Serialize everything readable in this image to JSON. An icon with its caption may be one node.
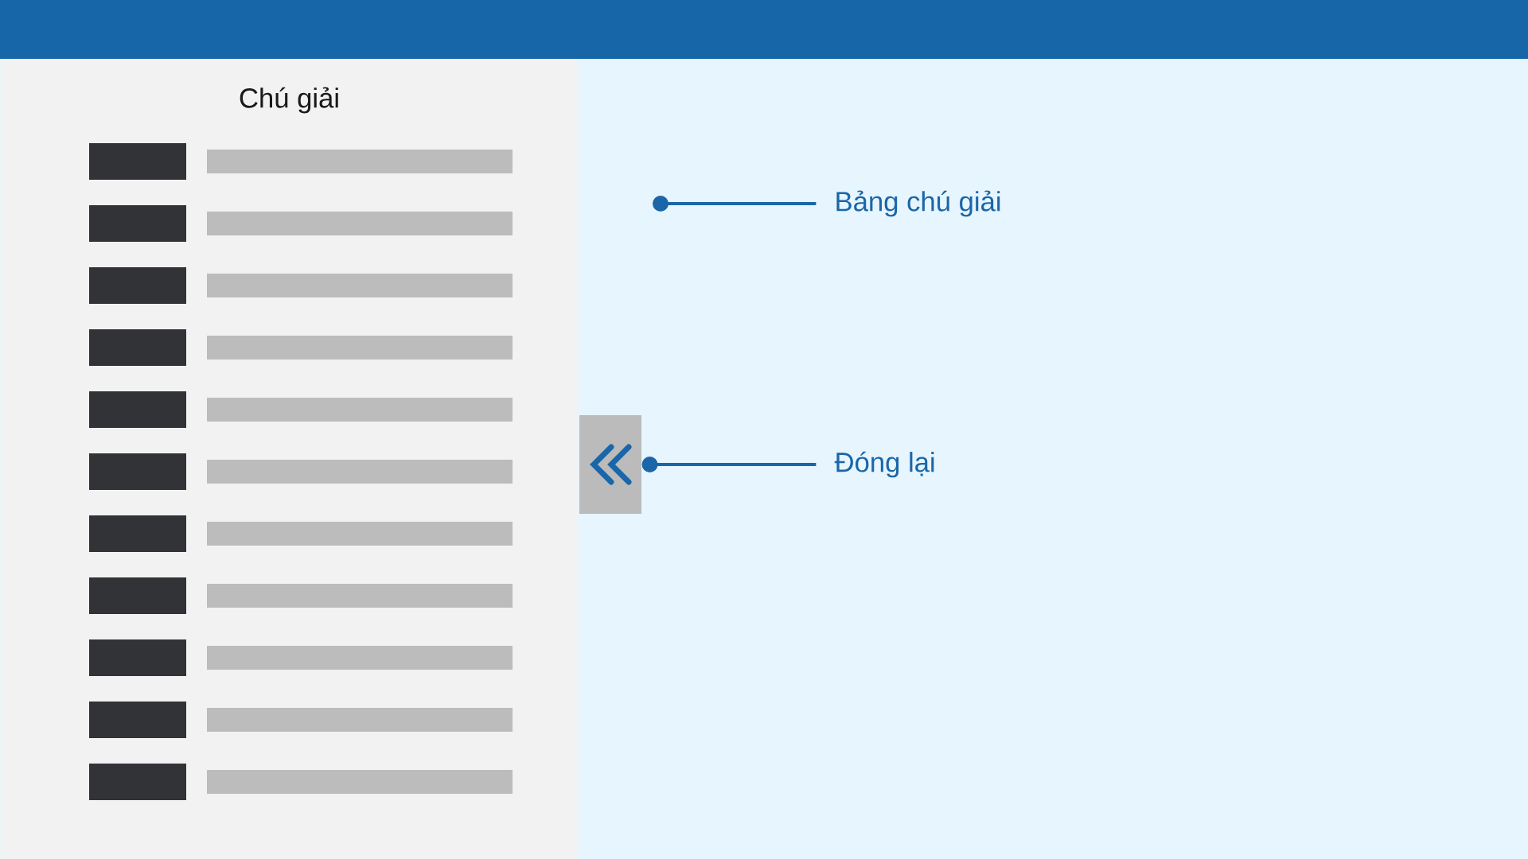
{
  "diagram": {
    "nodes": [
      {
        "text": [
          "Chú giải"
        ]
      },
      {
        "text": [],
        "shape": "box"
      },
      {
        "text": [
          "Bảng chú giải"
        ]
      },
      {
        "text": [
          "Đóng lại"
        ]
      }
    ],
    "edges": [
      {
        "from": 2,
        "to": null,
        "arrow": "other"
      },
      {
        "from": 3,
        "to": 1,
        "arrow": "other"
      }
    ]
  }
}
